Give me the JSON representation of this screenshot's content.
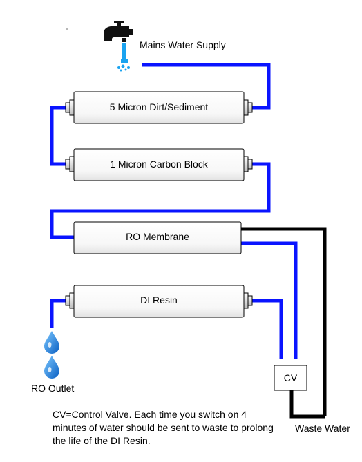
{
  "labels": {
    "mains_supply": "Mains Water Supply",
    "filter_1": "5 Micron Dirt/Sediment",
    "filter_2": "1 Micron Carbon Block",
    "ro_membrane": "RO Membrane",
    "di_resin": "DI Resin",
    "control_valve": "CV",
    "ro_outlet": "RO Outlet",
    "waste_water": "Waste Water"
  },
  "note": "CV=Control Valve. Each time you switch on 4 minutes of water should be sent to waste to prolong the life of the DI Resin.",
  "colors": {
    "water_pipe": "#0a14ff",
    "waste_pipe": "#000000",
    "cartridge_outline": "#000000",
    "water_drop": "#1a8fe8"
  },
  "icons": {
    "tap": "water-tap-icon",
    "drop": "water-drop-icon"
  }
}
